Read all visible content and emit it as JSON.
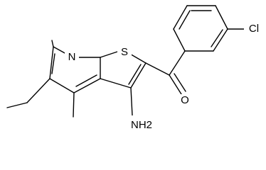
{
  "molecule": {
    "atoms": {
      "n_ring": "N",
      "s_ring": "S",
      "amino": "NH2",
      "chloro": "Cl",
      "carbonyl_o": "O"
    },
    "colors": {
      "bond": "#000000",
      "label": "#000000",
      "background": "#ffffff"
    }
  }
}
